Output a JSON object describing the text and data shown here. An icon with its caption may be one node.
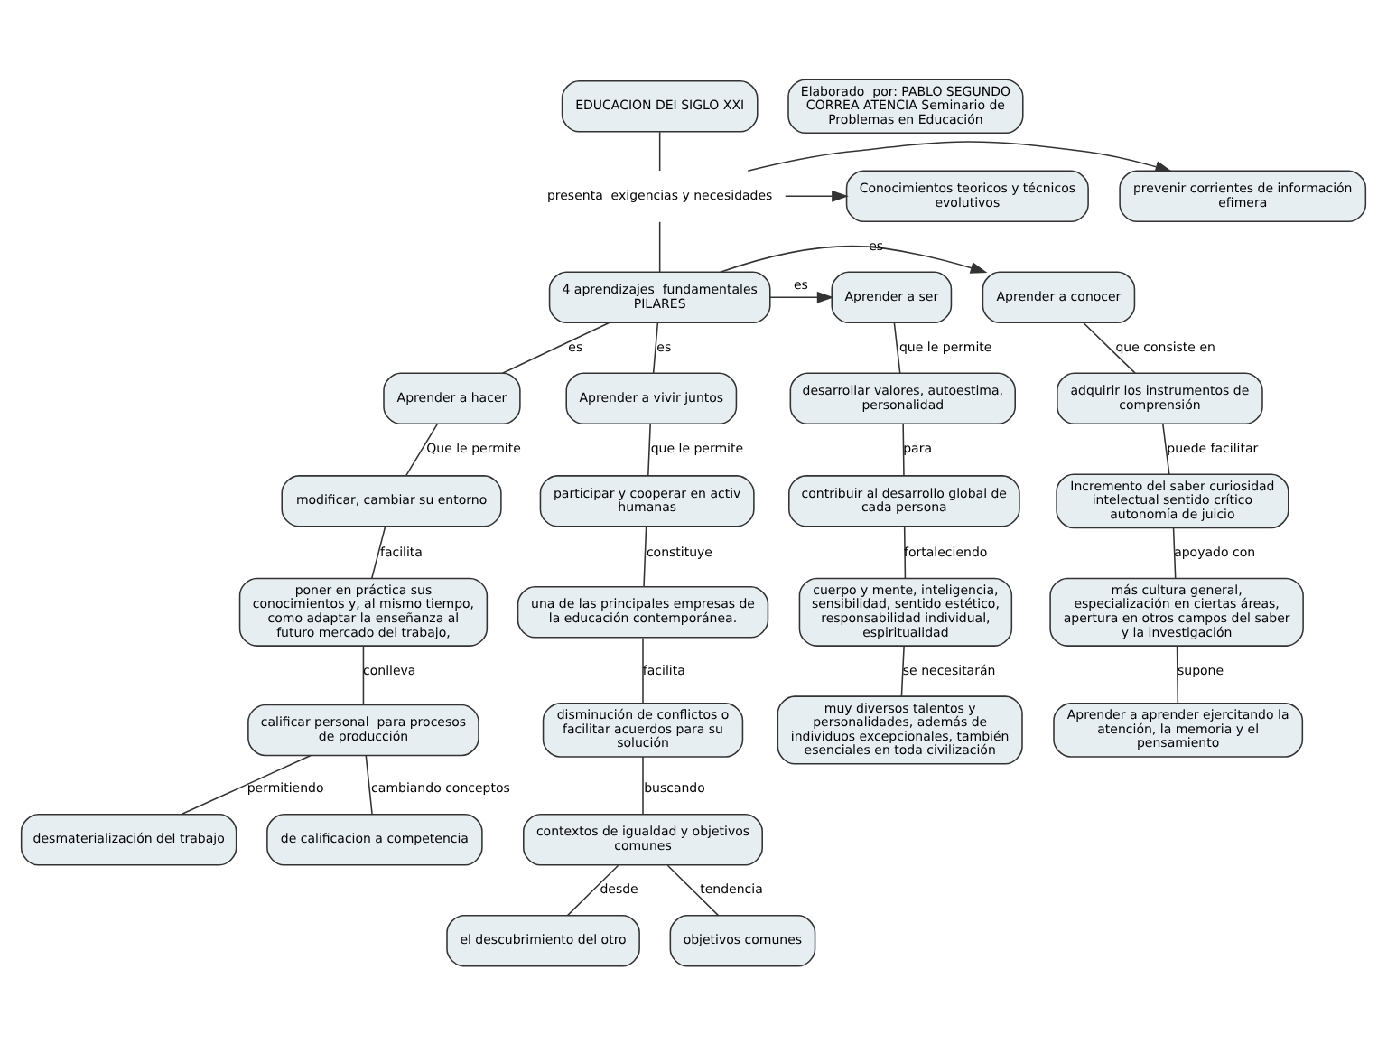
{
  "diagram": {
    "nodes": [
      {
        "text": [
          "EDUCACION DEI SIGLO XXI"
        ]
      },
      {
        "text": [
          "presenta  exigencias y necesidades"
        ]
      },
      {
        "text": [
          "Conocimientos teoricos y técnicos evolutivos"
        ]
      },
      {
        "text": [
          "prevenir corrientes de información efimera"
        ]
      },
      {
        "text": [
          "4 aprendizajes  fundamentales PILARES"
        ]
      },
      {
        "text": [
          "Aprender a conocer"
        ]
      },
      {
        "text": [
          "Aprender a hacer"
        ]
      },
      {
        "text": [
          "Aprender a vivir juntos"
        ]
      },
      {
        "text": [
          "Aprender a ser"
        ]
      },
      {
        "text": [
          "adquirir los instrumentos de comprensión"
        ]
      },
      {
        "text": [
          "Incremento del saber curiosidad intelectual sentido crítico autonomía de juicio"
        ]
      },
      {
        "text": [
          "más cultura general, especialización en ciertas áreas, apertura en otros campos del saber y la investigación"
        ]
      },
      {
        "text": [
          "Aprender a aprender ejercitando la atención, la memoria y el pensamiento"
        ]
      },
      {
        "text": [
          "modificar, cambiar su entorno"
        ]
      },
      {
        "text": [
          "poner en práctica sus conocimientos y, al mismo tiempo, como adaptar la enseñanza al futuro mercado del trabajo,"
        ]
      },
      {
        "text": [
          "calificar personal  para procesos de producción"
        ]
      },
      {
        "text": [
          "de calificacion a competencia"
        ]
      },
      {
        "text": [
          "desmaterialización del trabajo"
        ]
      },
      {
        "text": [
          "participar y cooperar en activ humanas"
        ]
      },
      {
        "text": [
          "una de las principales empresas de la educación contemporánea."
        ]
      },
      {
        "text": [
          "disminución de conflictos o facilitar acuerdos para su solución"
        ]
      },
      {
        "text": [
          "contextos de igualdad y objetivos comunes"
        ]
      },
      {
        "text": [
          "el descubrimiento del otro"
        ]
      },
      {
        "text": [
          "objetivos comunes"
        ]
      },
      {
        "text": [
          "desarrollar valores, autoestima, personalidad"
        ]
      },
      {
        "text": [
          "contribuir al desarrollo global de cada persona"
        ]
      },
      {
        "text": [
          "cuerpo y mente, inteligencia, sensibilidad, sentido estético, responsabilidad individual, espiritualidad"
        ]
      },
      {
        "text": [
          "muy diversos talentos y personalidades, además de individuos excepcionales, también esenciales en toda civilización"
        ]
      },
      {
        "text": [
          "Elaborado  por: PABLO SEGUNDO CORREA ATENCIA Seminario de Problemas en Educación"
        ]
      }
    ],
    "edges": [
      {
        "from": 0,
        "to": 1,
        "arrow": "none"
      },
      {
        "from": 1,
        "to": 2,
        "arrow": "to"
      },
      {
        "from": 1,
        "to": 3,
        "arrow": "to"
      },
      {
        "from": 1,
        "to": 4,
        "arrow": "none"
      },
      {
        "from": 4,
        "to": 5,
        "arrow": "to",
        "label": "es"
      },
      {
        "from": 4,
        "to": 6,
        "arrow": "none",
        "label": "es"
      },
      {
        "from": 4,
        "to": 7,
        "arrow": "none",
        "label": "es"
      },
      {
        "from": 4,
        "to": 8,
        "arrow": "to",
        "label": "es"
      },
      {
        "from": 5,
        "to": 9,
        "arrow": "none",
        "label": "que consiste en"
      },
      {
        "from": 9,
        "to": 10,
        "arrow": "none",
        "label": "puede facilitar"
      },
      {
        "from": 10,
        "to": 11,
        "arrow": "none",
        "label": "apoyado con"
      },
      {
        "from": 11,
        "to": 12,
        "arrow": "none",
        "label": "supone"
      },
      {
        "from": 6,
        "to": 13,
        "arrow": "none",
        "label": "Que le permite"
      },
      {
        "from": 13,
        "to": 14,
        "arrow": "none",
        "label": "facilita"
      },
      {
        "from": 14,
        "to": 15,
        "arrow": "none",
        "label": "conlleva"
      },
      {
        "from": 15,
        "to": 16,
        "arrow": "none",
        "label": "cambiando conceptos"
      },
      {
        "from": 15,
        "to": 17,
        "arrow": "none",
        "label": "permitiendo"
      },
      {
        "from": 7,
        "to": 18,
        "arrow": "none",
        "label": "que le permite"
      },
      {
        "from": 18,
        "to": 19,
        "arrow": "none",
        "label": "constituye"
      },
      {
        "from": 19,
        "to": 20,
        "arrow": "none",
        "label": "facilita"
      },
      {
        "from": 20,
        "to": 21,
        "arrow": "none",
        "label": "buscando"
      },
      {
        "from": 21,
        "to": 22,
        "arrow": "none",
        "label": "desde"
      },
      {
        "from": 21,
        "to": 23,
        "arrow": "none",
        "label": "tendencia"
      },
      {
        "from": 8,
        "to": 24,
        "arrow": "none",
        "label": "que le permite"
      },
      {
        "from": 24,
        "to": 25,
        "arrow": "none",
        "label": "para"
      },
      {
        "from": 25,
        "to": 26,
        "arrow": "none",
        "label": "fortaleciendo"
      },
      {
        "from": 26,
        "to": 27,
        "arrow": "none",
        "label": "se necesitarán"
      }
    ]
  }
}
